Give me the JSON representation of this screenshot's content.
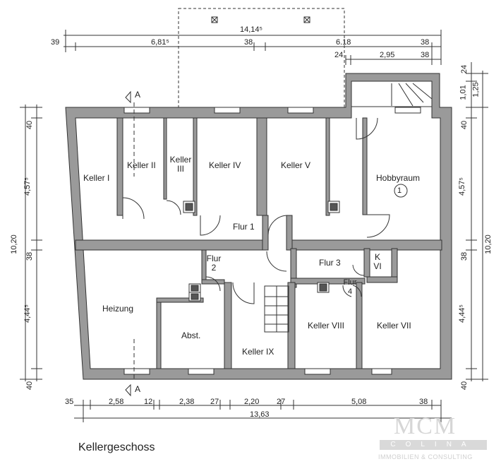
{
  "plan": {
    "title": "Kellergeschoss",
    "section_marker": "A",
    "rooms": {
      "keller_1": "Keller I",
      "keller_2": "Keller II",
      "keller_3": "Keller III",
      "keller_4": "Keller IV",
      "keller_5": "Keller V",
      "keller_6": "K VI",
      "keller_7": "Keller VII",
      "keller_8": "Keller VIII",
      "keller_9": "Keller IX",
      "hobbyraum": "Hobbyraum",
      "hobbyraum_number": "1",
      "flur_1": "Flur 1",
      "flur_2": "Flur 2",
      "flur_3": "Flur 3",
      "flur_4": "Flur 4",
      "heizung": "Heizung",
      "abst": "Abst."
    },
    "dimensions_top": {
      "total": "14,14⁵",
      "left_edge": "39",
      "seg_a": "6,81⁵",
      "seg_b": "38",
      "seg_c": "6.18",
      "seg_d": "38",
      "small_24": "24",
      "seg_e": "2,95",
      "seg_f": "38"
    },
    "dimensions_bottom": {
      "d1": "35",
      "d2": "2,58",
      "d3": "12",
      "d4": "2,38",
      "d5": "27",
      "d6": "2,20",
      "d7": "27",
      "d8": "5,08",
      "d9": "38",
      "total": "13,63"
    },
    "dimensions_left": {
      "total": "10,20",
      "top": "40",
      "upper": "4,57⁵",
      "mid": "38",
      "lower": "4,44⁵",
      "bottom": "40"
    },
    "dimensions_right": {
      "total": "10,20",
      "t1": "24",
      "t2": "1,01",
      "t3": "1,25",
      "top": "40",
      "upper": "4,57⁵",
      "mid": "38",
      "lower": "4,44⁵",
      "bottom": "40"
    }
  },
  "logo": {
    "main": "MCM",
    "sub": "COLINA",
    "tagline": "IMMOBILIEN & CONSULTING"
  }
}
